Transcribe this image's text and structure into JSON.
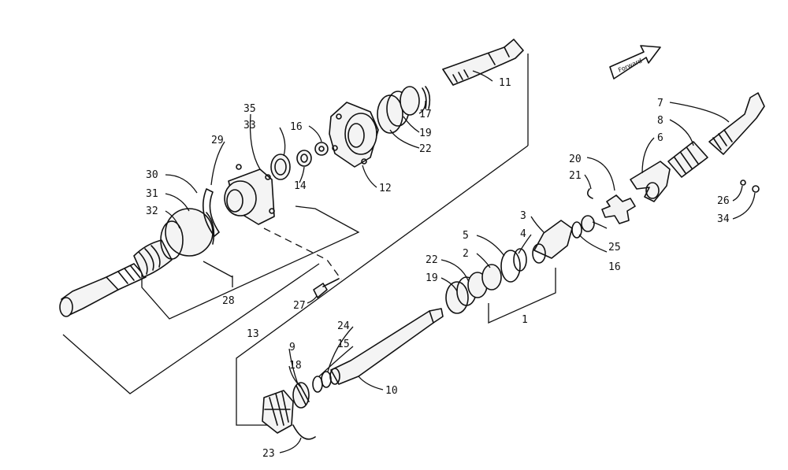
{
  "diagram": {
    "direction_label": "Forward",
    "callouts": [
      {
        "id": "c1",
        "text": "1"
      },
      {
        "id": "c2",
        "text": "2"
      },
      {
        "id": "c3",
        "text": "3"
      },
      {
        "id": "c4",
        "text": "4"
      },
      {
        "id": "c5",
        "text": "5"
      },
      {
        "id": "c6",
        "text": "6"
      },
      {
        "id": "c7",
        "text": "7"
      },
      {
        "id": "c8",
        "text": "8"
      },
      {
        "id": "c9",
        "text": "9"
      },
      {
        "id": "c10",
        "text": "10"
      },
      {
        "id": "c11",
        "text": "11"
      },
      {
        "id": "c12",
        "text": "12"
      },
      {
        "id": "c13",
        "text": "13"
      },
      {
        "id": "c14",
        "text": "14"
      },
      {
        "id": "c15",
        "text": "15"
      },
      {
        "id": "c16a",
        "text": "16"
      },
      {
        "id": "c16b",
        "text": "16"
      },
      {
        "id": "c17",
        "text": "17"
      },
      {
        "id": "c18",
        "text": "18"
      },
      {
        "id": "c19a",
        "text": "19"
      },
      {
        "id": "c19b",
        "text": "19"
      },
      {
        "id": "c20",
        "text": "20"
      },
      {
        "id": "c21",
        "text": "21"
      },
      {
        "id": "c22a",
        "text": "22"
      },
      {
        "id": "c22b",
        "text": "22"
      },
      {
        "id": "c23",
        "text": "23"
      },
      {
        "id": "c24",
        "text": "24"
      },
      {
        "id": "c25",
        "text": "25"
      },
      {
        "id": "c26",
        "text": "26"
      },
      {
        "id": "c27",
        "text": "27"
      },
      {
        "id": "c28",
        "text": "28"
      },
      {
        "id": "c29",
        "text": "29"
      },
      {
        "id": "c30",
        "text": "30"
      },
      {
        "id": "c31",
        "text": "31"
      },
      {
        "id": "c32",
        "text": "32"
      },
      {
        "id": "c33",
        "text": "33"
      },
      {
        "id": "c34",
        "text": "34"
      },
      {
        "id": "c35",
        "text": "35"
      }
    ]
  }
}
